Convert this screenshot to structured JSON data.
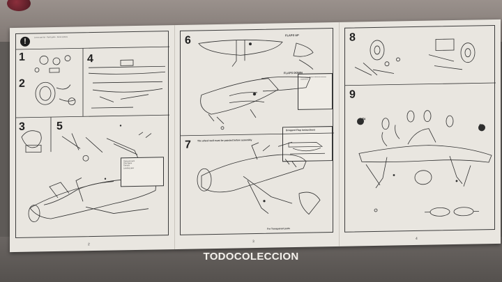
{
  "booklet": {
    "left_page": {
      "steps": [
        "1",
        "2",
        "3",
        "4",
        "5"
      ],
      "warning_symbol": "!",
      "page_number": "2",
      "notes_lines": [
        "Lorem part list",
        "Paint guide",
        "Decal options",
        "Optional parts",
        "Pilot figure",
        "Canopy",
        "Landing gear"
      ]
    },
    "middle_page": {
      "steps": [
        "6",
        "7"
      ],
      "labels": {
        "flaps_up": "FLAPS UP",
        "flaps_down": "FLAPS DOWN",
        "flap_instructions": "Dropped Flap Instructions",
        "step7_note": "The wheel well must be painted before assembly"
      },
      "footer_note": "For Transparent parts",
      "page_number": "3"
    },
    "right_page": {
      "steps": [
        "8",
        "9"
      ],
      "multiplier": "4x",
      "page_number": "4"
    }
  },
  "watermark": {
    "text": "TODOCOLECCION"
  },
  "colors": {
    "paper": "#e9e6e0",
    "ink": "#1e1e1e",
    "table": "#5e5a57"
  }
}
